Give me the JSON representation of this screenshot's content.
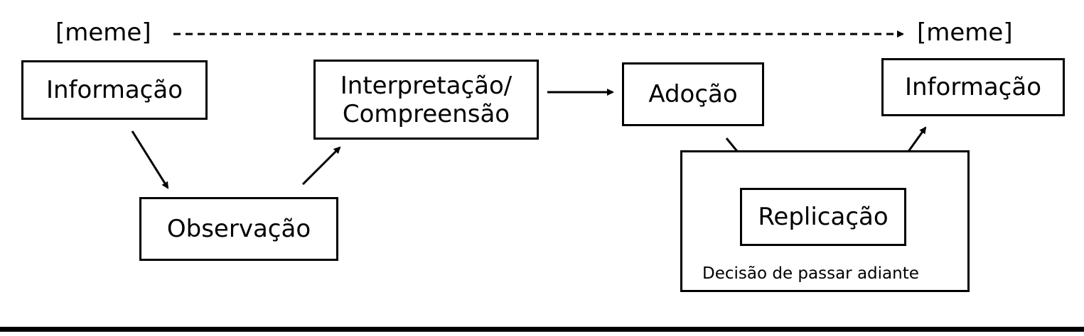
{
  "meme_left": "[meme]",
  "meme_right": "[meme]",
  "nodes": {
    "informacao_start": "Informação",
    "observacao": "Observação",
    "interpretacao_line1": "Interpretação/",
    "interpretacao_line2": "Compreensão",
    "adocao": "Adoção",
    "replicacao": "Replicação",
    "informacao_end": "Informação"
  },
  "replication_group_caption": "Decisão de passar adiante"
}
